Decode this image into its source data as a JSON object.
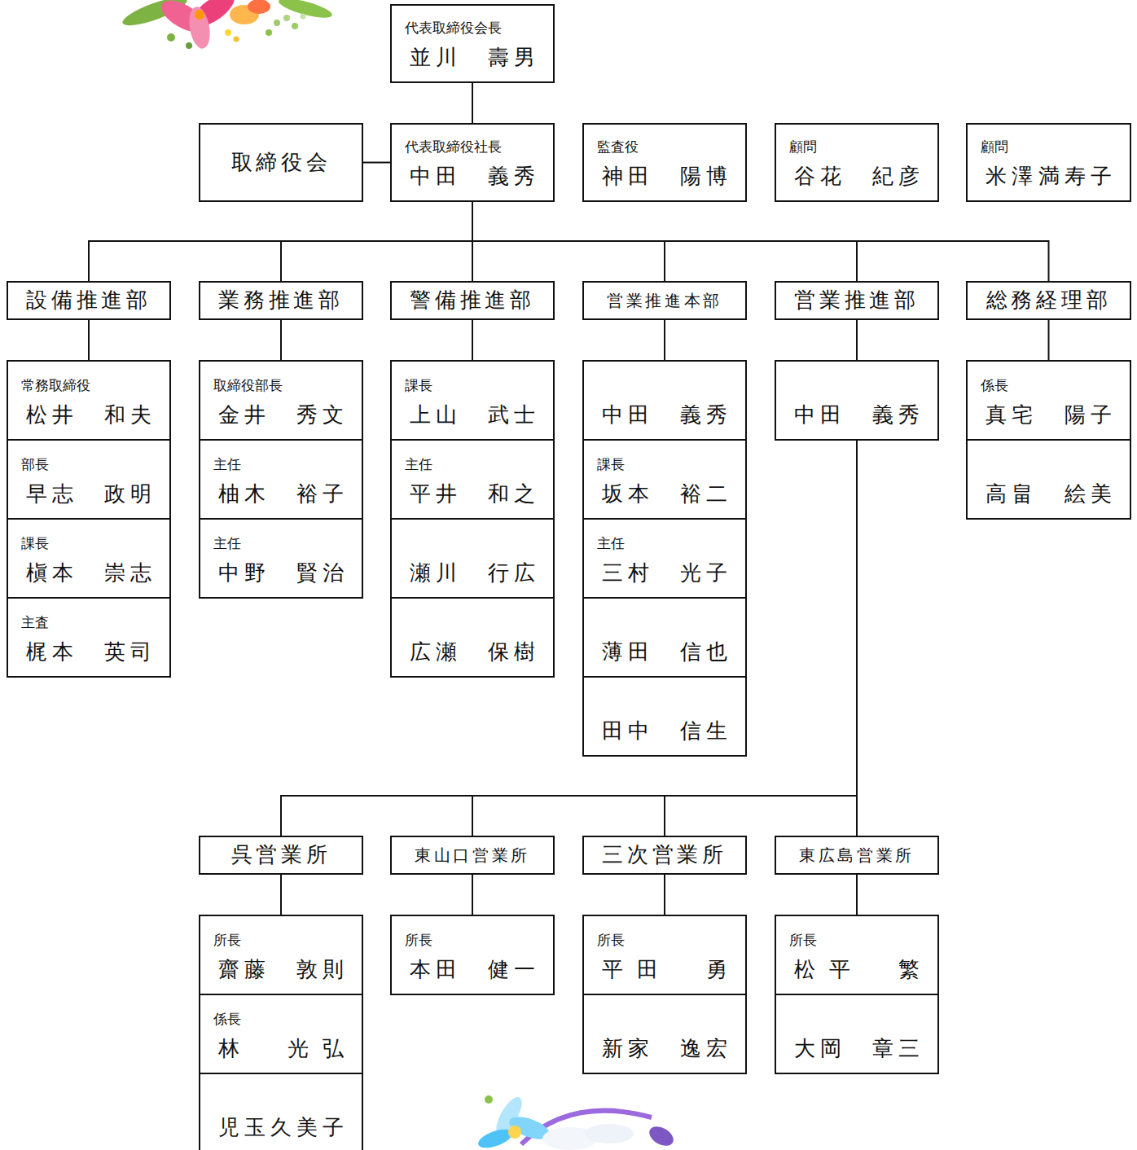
{
  "diagram": {
    "nodes": [
      {
        "text": [
          "代表取締役会長",
          "並川　壽男"
        ]
      },
      {
        "text": [
          "取締役会"
        ]
      },
      {
        "text": [
          "代表取締役社長",
          "中田　義秀"
        ]
      },
      {
        "text": [
          "監査役",
          "神田　陽博"
        ]
      },
      {
        "text": [
          "顧問",
          "谷花　紀彦"
        ]
      },
      {
        "text": [
          "顧問",
          "米澤満寿子"
        ]
      },
      {
        "text": [
          "設備推進部"
        ]
      },
      {
        "text": [
          "業務推進部"
        ]
      },
      {
        "text": [
          "警備推進部"
        ]
      },
      {
        "text": [
          "営業推進本部"
        ]
      },
      {
        "text": [
          "営業推進部"
        ]
      },
      {
        "text": [
          "総務経理部"
        ]
      },
      {
        "text": [
          "常務取締役",
          "松井　和夫"
        ]
      },
      {
        "text": [
          "部長",
          "早志　政明"
        ]
      },
      {
        "text": [
          "課長",
          "槇本　崇志"
        ]
      },
      {
        "text": [
          "主査",
          "梶本　英司"
        ]
      },
      {
        "text": [
          "取締役部長",
          "金井　秀文"
        ]
      },
      {
        "text": [
          "主任",
          "柚木　裕子"
        ]
      },
      {
        "text": [
          "主任",
          "中野　賢治"
        ]
      },
      {
        "text": [
          "課長",
          "上山　武士"
        ]
      },
      {
        "text": [
          "主任",
          "平井　和之"
        ]
      },
      {
        "text": [
          "瀬川　行広"
        ]
      },
      {
        "text": [
          "広瀬　保樹"
        ]
      },
      {
        "text": [
          "中田　義秀"
        ]
      },
      {
        "text": [
          "課長",
          "坂本　裕二"
        ]
      },
      {
        "text": [
          "主任",
          "三村　光子"
        ]
      },
      {
        "text": [
          "薄田　信也"
        ]
      },
      {
        "text": [
          "田中　信生"
        ]
      },
      {
        "text": [
          "中田　義秀"
        ]
      },
      {
        "text": [
          "係長",
          "真宅　陽子"
        ]
      },
      {
        "text": [
          "高畠　絵美"
        ]
      },
      {
        "text": [
          "呉営業所"
        ]
      },
      {
        "text": [
          "東山口営業所"
        ]
      },
      {
        "text": [
          "三次営業所"
        ]
      },
      {
        "text": [
          "東広島営業所"
        ]
      },
      {
        "text": [
          "所長",
          "齋藤　敦則"
        ]
      },
      {
        "text": [
          "係長",
          "林　光弘"
        ]
      },
      {
        "text": [
          "児玉久美子"
        ]
      },
      {
        "text": [
          "所長",
          "本田　健一"
        ]
      },
      {
        "text": [
          "所長",
          "平田　勇"
        ]
      },
      {
        "text": [
          "新家　逸宏"
        ]
      },
      {
        "text": [
          "所長",
          "松平　繁"
        ]
      },
      {
        "text": [
          "大岡　章三"
        ]
      }
    ],
    "edges": [
      {
        "from": 0,
        "to": 2,
        "arrow": "none"
      },
      {
        "from": 1,
        "to": 2,
        "arrow": "none"
      },
      {
        "from": 2,
        "to": 6,
        "arrow": "none"
      },
      {
        "from": 2,
        "to": 7,
        "arrow": "none"
      },
      {
        "from": 2,
        "to": 8,
        "arrow": "none"
      },
      {
        "from": 2,
        "to": 9,
        "arrow": "none"
      },
      {
        "from": 2,
        "to": 10,
        "arrow": "none"
      },
      {
        "from": 2,
        "to": 11,
        "arrow": "none"
      },
      {
        "from": 6,
        "to": 12,
        "arrow": "none"
      },
      {
        "from": 7,
        "to": 16,
        "arrow": "none"
      },
      {
        "from": 8,
        "to": 19,
        "arrow": "none"
      },
      {
        "from": 9,
        "to": 23,
        "arrow": "none"
      },
      {
        "from": 10,
        "to": 28,
        "arrow": "none"
      },
      {
        "from": 11,
        "to": 29,
        "arrow": "none"
      },
      {
        "from": 28,
        "to": 31,
        "arrow": "none"
      },
      {
        "from": 28,
        "to": 32,
        "arrow": "none"
      },
      {
        "from": 28,
        "to": 33,
        "arrow": "none"
      },
      {
        "from": 28,
        "to": 34,
        "arrow": "none"
      },
      {
        "from": 31,
        "to": 35,
        "arrow": "none"
      },
      {
        "from": 32,
        "to": 38,
        "arrow": "none"
      },
      {
        "from": 33,
        "to": 39,
        "arrow": "none"
      },
      {
        "from": 34,
        "to": 41,
        "arrow": "none"
      }
    ]
  }
}
